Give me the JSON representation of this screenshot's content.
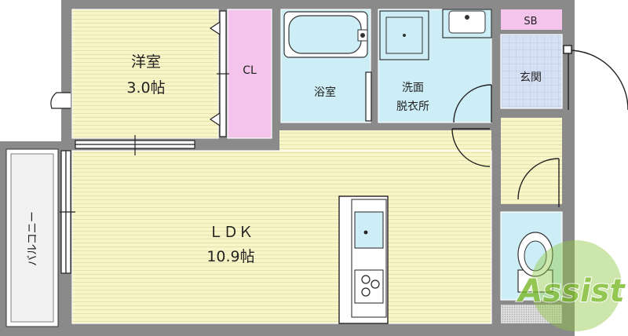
{
  "rooms": {
    "western": {
      "name": "洋室",
      "size": "3.0帖"
    },
    "closet": {
      "name": "CL"
    },
    "bath": {
      "name": "浴室"
    },
    "washroom": {
      "name": "洗面",
      "name2": "脱衣所"
    },
    "shoebox": {
      "name": "SB"
    },
    "entrance": {
      "name": "玄関"
    },
    "ldk": {
      "name": "ＬＤＫ",
      "size": "10.9帖"
    },
    "balcony": {
      "name": "バルコニー"
    }
  },
  "logo": {
    "text": "Assist"
  },
  "colors": {
    "wall": "#8a8a8a",
    "tatami": "#f8f6c8",
    "wet": "#cdeef6",
    "closet": "#f4c4ec",
    "entrance": "#d6e0f4",
    "logo": "#8ec63f"
  }
}
